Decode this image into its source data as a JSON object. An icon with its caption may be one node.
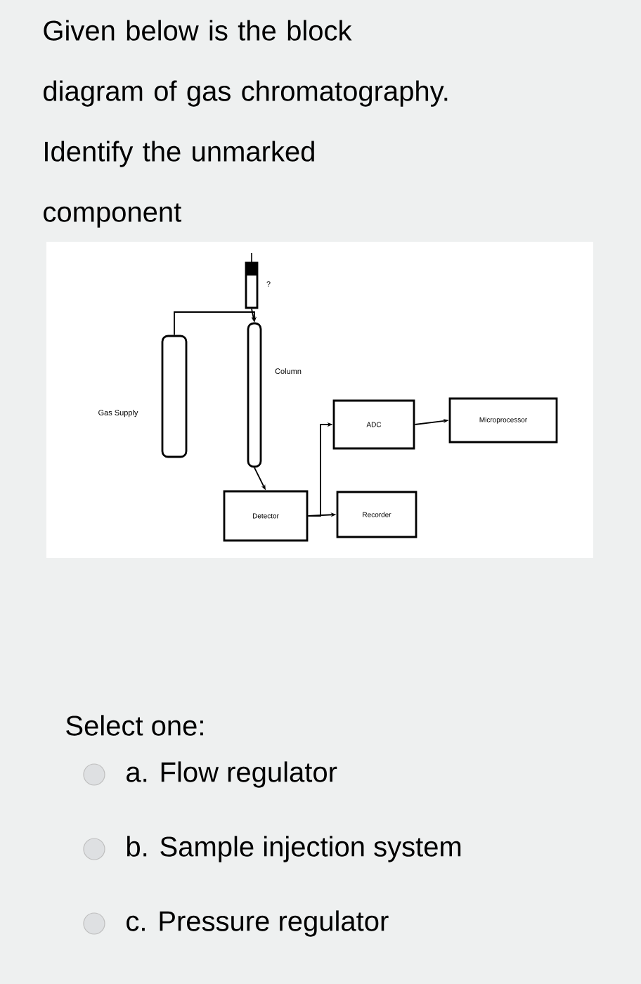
{
  "diagram": {
    "title": "Given below is the block diagram of gas chromatography. Identify the unmarked component",
    "nodes": [
      {
        "text": [],
        "shape": "cylinder",
        "beside": [
          "Gas Supply"
        ]
      },
      {
        "text": [],
        "shape": "box",
        "beside": [
          "?"
        ]
      },
      {
        "text": [],
        "shape": "cylinder",
        "beside": [
          "Column"
        ]
      },
      {
        "text": [
          "Detector"
        ]
      },
      {
        "text": [
          "ADC"
        ]
      },
      {
        "text": [
          "Recorder"
        ]
      },
      {
        "text": [
          "Microprocessor"
        ]
      }
    ],
    "edges": [
      {
        "from": 0,
        "to": 2,
        "arrow": "to"
      },
      {
        "from": 1,
        "to": 2,
        "arrow": "to"
      },
      {
        "from": 2,
        "to": 3,
        "arrow": "to"
      },
      {
        "from": 3,
        "to": 4,
        "arrow": "to"
      },
      {
        "from": 3,
        "to": 5,
        "arrow": "to"
      },
      {
        "from": 4,
        "to": 6,
        "arrow": "to"
      }
    ],
    "labels": [
      "Select one:",
      "a. Flow regulator",
      "b. Sample injection system",
      "c. Pressure regulator"
    ]
  }
}
